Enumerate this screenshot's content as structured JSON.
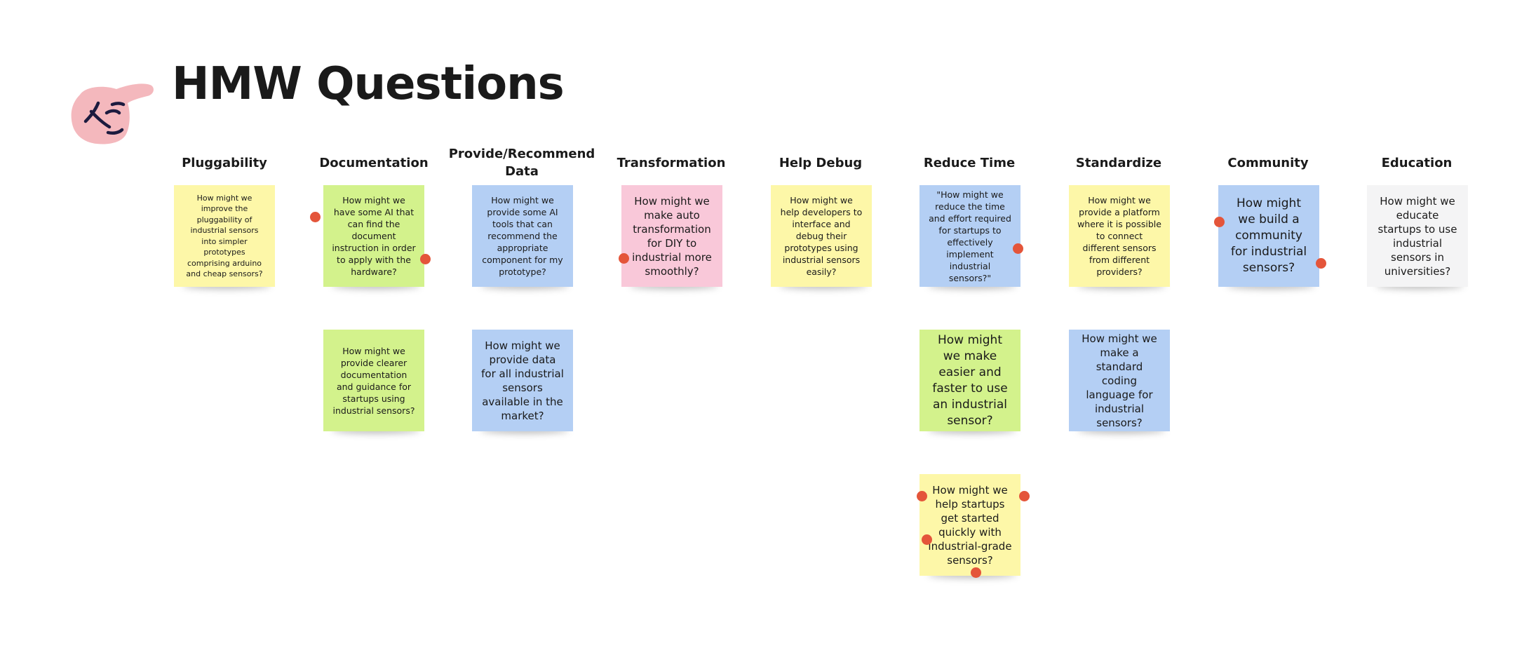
{
  "board": {
    "title": "HMW Questions",
    "icons": [
      "pointing-hand-icon"
    ],
    "colors": {
      "yellow": "#fdf7a8",
      "green": "#d3f28c",
      "blue": "#b4cff4",
      "pink": "#f9c8d9",
      "gray": "#f4f4f5",
      "vote_dot": "#e4553a",
      "title": "#1a1a1a"
    }
  },
  "columns": [
    {
      "id": "pluggability",
      "header": "Pluggability",
      "notes": [
        {
          "text": "How might we improve the pluggability of industrial sensors into simpler prototypes comprising arduino and cheap sensors?",
          "color": "#fdf7a8"
        }
      ]
    },
    {
      "id": "documentation",
      "header": "Documentation",
      "notes": [
        {
          "text": "How might we have some AI that can find the document instruction in order to apply with the hardware?",
          "color": "#d3f28c"
        },
        {
          "text": "How might we provide clearer documentation and guidance for startups using industrial sensors?",
          "color": "#d3f28c"
        }
      ]
    },
    {
      "id": "provide-recommend-data",
      "header": "Provide/Recommend Data",
      "notes": [
        {
          "text": "How might we provide some AI tools that can recommend the appropriate component for my prototype?",
          "color": "#b4cff4"
        },
        {
          "text": "How might we provide data for all industrial sensors available in the market?",
          "color": "#b4cff4"
        }
      ]
    },
    {
      "id": "transformation",
      "header": "Transformation",
      "notes": [
        {
          "text": "How might we make auto transformation for DIY to industrial more smoothly?",
          "color": "#f9c8d9"
        }
      ]
    },
    {
      "id": "help-debug",
      "header": "Help Debug",
      "notes": [
        {
          "text": "How might we help developers to interface and debug their prototypes using industrial sensors easily?",
          "color": "#fdf7a8"
        }
      ]
    },
    {
      "id": "reduce-time",
      "header": "Reduce Time",
      "notes": [
        {
          "text": "\"How might we reduce the time and effort required for startups to effectively implement industrial sensors?\"",
          "color": "#b4cff4"
        },
        {
          "text": "How might we make easier and faster to use an industrial sensor?",
          "color": "#d3f28c"
        },
        {
          "text": "How might we help startups get started quickly with industrial-grade sensors?",
          "color": "#fdf7a8"
        }
      ]
    },
    {
      "id": "standardize",
      "header": "Standardize",
      "notes": [
        {
          "text": "How might we provide a platform where it is possible to connect different sensors from different providers?",
          "color": "#fdf7a8"
        },
        {
          "text": "How might we make a standard coding language for industrial sensors?",
          "color": "#b4cff4"
        }
      ]
    },
    {
      "id": "community",
      "header": "Community",
      "notes": [
        {
          "text": "How might we build a community for industrial sensors?",
          "color": "#b4cff4"
        }
      ]
    },
    {
      "id": "education",
      "header": "Education",
      "notes": [
        {
          "text": "How might we educate startups to use industrial sensors in universities?",
          "color": "#f4f4f5"
        }
      ]
    }
  ]
}
